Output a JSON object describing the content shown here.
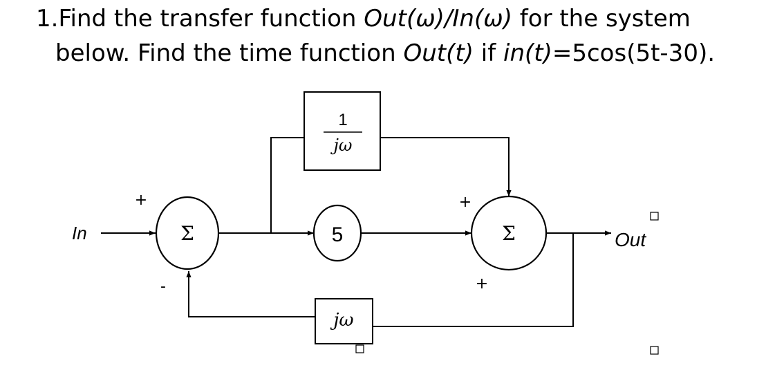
{
  "problem": {
    "line1_prefix": "1.Find the transfer function ",
    "line1_expr": "Out(ω)/In(ω)",
    "line1_suffix": " for the system",
    "line2_prefix": "below. Find the time function ",
    "line2_expr1": "Out(t)",
    "line2_mid": " if ",
    "line2_expr2": "in(t)",
    "line2_suffix": "=5cos(5t-30)."
  },
  "diagram": {
    "input_label": "In",
    "output_label": "Out",
    "summer_symbol": "Σ",
    "gain_block": "5",
    "integrator_numerator": "1",
    "integrator_denominator": "jω",
    "feedback_block": "jω",
    "sum1_signs": {
      "top": "+",
      "bottom": "-"
    },
    "sum2_signs": {
      "top": "+",
      "bottom": "+"
    }
  }
}
